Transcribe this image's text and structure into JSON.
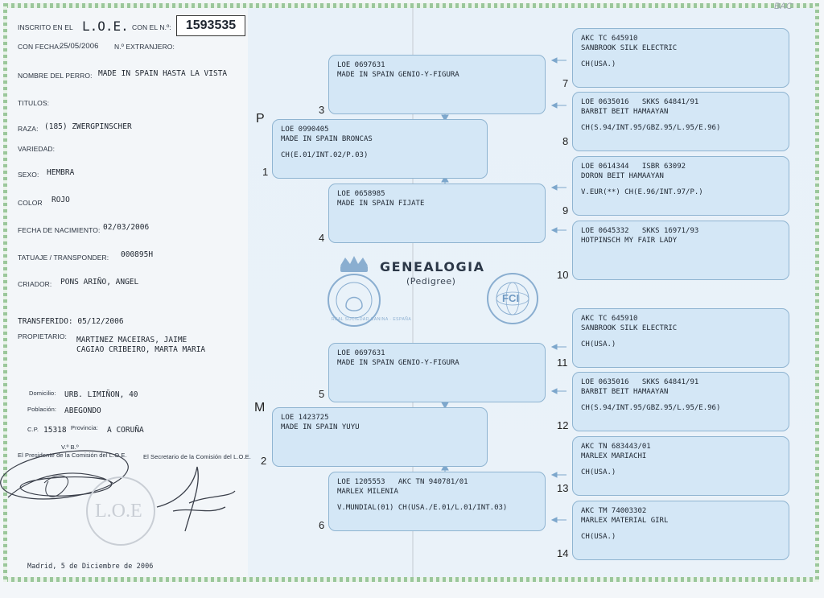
{
  "header": {
    "inscrito_label": "INSCRITO EN EL",
    "loe": "L.O.E.",
    "con_num_label": "CON EL N.º:",
    "registration_number": "1593535",
    "con_fecha_label": "CON FECHA:",
    "con_fecha": "25/05/2006",
    "extranjero_label": "N.º EXTRANJERO:",
    "corner_mark": "BAC"
  },
  "dog": {
    "nombre_label": "NOMBRE DEL PERRO:",
    "nombre": "MADE IN SPAIN HASTA LA VISTA",
    "titulos_label": "TITULOS:",
    "raza_label": "RAZA:",
    "raza": "(185) ZWERGPINSCHER",
    "variedad_label": "VARIEDAD:",
    "sexo_label": "SEXO:",
    "sexo": "HEMBRA",
    "color_label": "COLOR",
    "color": "ROJO",
    "nacimiento_label": "FECHA DE NACIMIENTO:",
    "nacimiento": "02/03/2006",
    "tatuaje_label": "TATUAJE / TRANSPONDER:",
    "tatuaje": "000895H",
    "criador_label": "CRIADOR:",
    "criador": "PONS ARIÑO, ANGEL"
  },
  "owner": {
    "transferido": "TRANSFERIDO: 05/12/2006",
    "propietario_label": "PROPIETARIO:",
    "propietario_1": "MARTINEZ MACEIRAS, JAIME",
    "propietario_2": "CAGIAO CRIBEIRO, MARTA MARIA",
    "domicilio_label": "Domicilio:",
    "domicilio": "URB. LIMIÑON, 40",
    "poblacion_label": "Población:",
    "poblacion": "ABEGONDO",
    "cp_label": "C.P.",
    "cp": "15318",
    "provincia_label": "Provincia:",
    "provincia": "A CORUÑA"
  },
  "signatures": {
    "vb": "V.º B.º",
    "presidente": "El Presidente de la Comisión del L.O.E.",
    "secretario": "El Secretario de la Comisión del L.O.E.",
    "place_date": "Madrid,  5 de Diciembre de 2006"
  },
  "pedigree": {
    "title": "GENEALOGIA",
    "subtitle": "(Pedigree)",
    "p_label": "P",
    "m_label": "M",
    "seal_left": "REAL SOCIEDAD CANINA · ESPAÑA",
    "seal_right": "FCI",
    "nodes": {
      "n1": {
        "num": "1",
        "line1": "LOE 0990405",
        "line2": "MADE IN SPAIN BRONCAS",
        "line3": "CH(E.01/INT.02/P.03)"
      },
      "n2": {
        "num": "2",
        "line1": "LOE 1423725",
        "line2": "MADE IN SPAIN YUYU",
        "line3": ""
      },
      "n3": {
        "num": "3",
        "line1": "LOE 0697631",
        "line2": "MADE IN SPAIN GENIO-Y-FIGURA",
        "line3": ""
      },
      "n4": {
        "num": "4",
        "line1": "LOE 0658985",
        "line2": "MADE IN SPAIN FIJATE",
        "line3": ""
      },
      "n5": {
        "num": "5",
        "line1": "LOE 0697631",
        "line2": "MADE IN SPAIN GENIO-Y-FIGURA",
        "line3": ""
      },
      "n6": {
        "num": "6",
        "line1": "LOE 1205553   AKC TN 940781/01",
        "line2": "MARLEX MILENIA",
        "line3": "V.MUNDIAL(01) CH(USA./E.01/L.01/INT.03)"
      },
      "n7": {
        "num": "7",
        "line1": "AKC TC 645910",
        "line2": "SANBROOK SILK ELECTRIC",
        "line3": "CH(USA.)"
      },
      "n8": {
        "num": "8",
        "line1": "LOE 0635016   SKKS 64841/91",
        "line2": "BARBIT BEIT HAMAAYAN",
        "line3": "CH(S.94/INT.95/GBZ.95/L.95/E.96)"
      },
      "n9": {
        "num": "9",
        "line1": "LOE 0614344   ISBR 63092",
        "line2": "DORON BEIT HAMAAYAN",
        "line3": "V.EUR(**) CH(E.96/INT.97/P.)"
      },
      "n10": {
        "num": "10",
        "line1": "LOE 0645332   SKKS 16971/93",
        "line2": "HOTPINSCH MY FAIR LADY",
        "line3": ""
      },
      "n11": {
        "num": "11",
        "line1": "AKC TC 645910",
        "line2": "SANBROOK SILK ELECTRIC",
        "line3": "CH(USA.)"
      },
      "n12": {
        "num": "12",
        "line1": "LOE 0635016   SKKS 64841/91",
        "line2": "BARBIT BEIT HAMAAYAN",
        "line3": "CH(S.94/INT.95/GBZ.95/L.95/E.96)"
      },
      "n13": {
        "num": "13",
        "line1": "AKC TN 683443/01",
        "line2": "MARLEX MARIACHI",
        "line3": "CH(USA.)"
      },
      "n14": {
        "num": "14",
        "line1": "AKC TM 74003302",
        "line2": "MARLEX MATERIAL GIRL",
        "line3": "CH(USA.)"
      }
    }
  },
  "colors": {
    "box_fill": "#d4e7f6",
    "box_border": "#8fb4d1",
    "border_green": "#9bc79b"
  }
}
